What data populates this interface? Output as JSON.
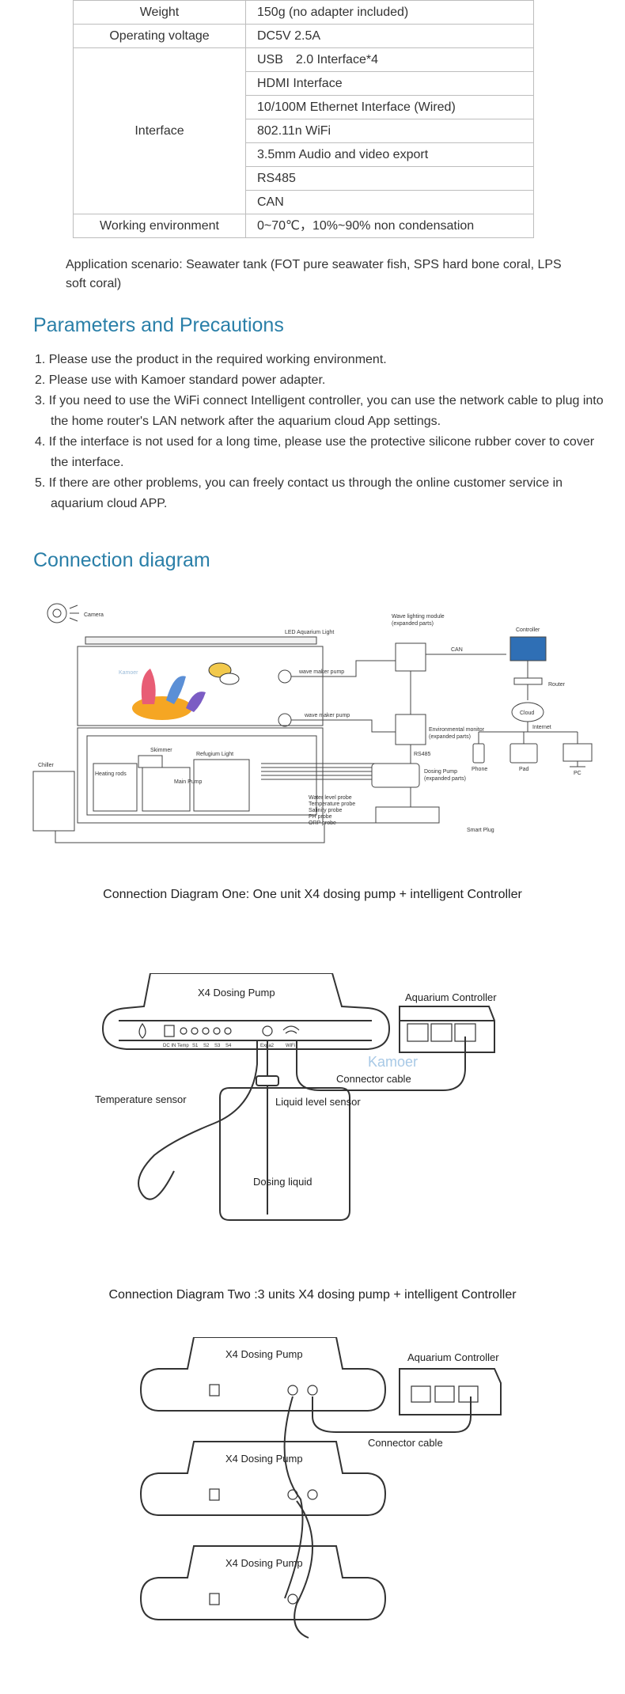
{
  "specs": [
    {
      "key": "Weight",
      "values": [
        "150g (no adapter included)"
      ]
    },
    {
      "key": "Operating voltage",
      "values": [
        "DC5V 2.5A"
      ]
    },
    {
      "key": "Interface",
      "values": [
        "USB　2.0 Interface*4",
        "HDMI Interface",
        "10/100M Ethernet Interface (Wired)",
        "802.11n  WiFi",
        "3.5mm Audio and video export",
        "RS485",
        "CAN"
      ]
    },
    {
      "key": "Working environment",
      "values": [
        "0~70℃，10%~90% non condensation"
      ]
    }
  ],
  "scenario": "Application scenario: Seawater tank (FOT pure seawater fish, SPS hard bone coral, LPS soft coral)",
  "params_title": "Parameters and Precautions",
  "precautions": [
    "1. Please use the product in the required working environment.",
    "2. Please use with Kamoer standard power adapter.",
    "3. If you need to use the WiFi connect Intelligent controller, you can use the network cable to plug into the home router's LAN network after the aquarium cloud App settings.",
    "4. If the interface is not used for a long time, please use the protective silicone rubber cover to cover the interface.",
    "5. If there are other problems, you can freely contact us through the online customer service in aquarium cloud APP."
  ],
  "conn_title": "Connection diagram",
  "diagram1": {
    "camera": "Camera",
    "led": "LED Aquarium Light",
    "wave_module": "Wave lighting module",
    "expanded": "(expanded parts)",
    "controller": "Controller",
    "can": "CAN",
    "router": "Router",
    "cloud": "Cloud",
    "internet": "Internet",
    "phone": "Phone",
    "pad": "Pad",
    "pc": "PC",
    "wave_pump": "wave maker pump",
    "env_monitor": "Environmental monitor",
    "rs485": "RS485",
    "dosing": "Dosing Pump",
    "chiller": "Chiller",
    "skimmer": "Skimmer",
    "refugium": "Refugium Light",
    "heating": "Heating rods",
    "main_pump": "Main Pump",
    "water_level": "Water level probe",
    "temp_probe": "Temperature probe",
    "salinity": "Salinity probe",
    "ph": "PH probe",
    "orp": "ORP probe",
    "smart_plug": "Smart Plug",
    "brand": "Kamoer"
  },
  "caption1": "Connection Diagram One: One unit X4 dosing pump + intelligent Controller",
  "diagram2": {
    "pump": "X4 Dosing Pump",
    "controller": "Aquarium Controller",
    "cable": "Connector cable",
    "temp_sensor": "Temperature sensor",
    "level_sensor": "Liquid level sensor",
    "liquid": "Dosing liquid",
    "ports": [
      "DC IN",
      "Temp",
      "S1",
      "S2",
      "S3",
      "S4",
      "Expa2",
      "WiFi"
    ],
    "brand": "Kamoer"
  },
  "caption2": "Connection Diagram Two :3 units X4 dosing pump + intelligent Controller",
  "diagram3": {
    "pump": "X4 Dosing Pump",
    "controller": "Aquarium Controller",
    "cable": "Connector cable"
  }
}
